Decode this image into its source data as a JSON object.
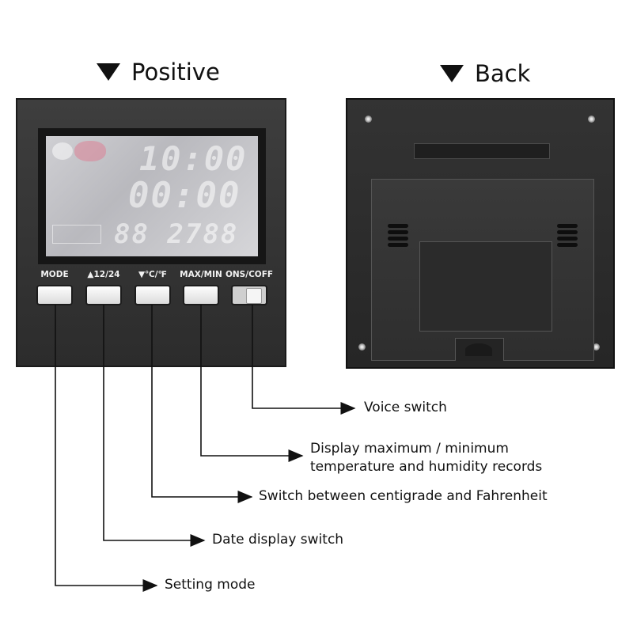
{
  "titles": {
    "front": "Positive",
    "back": "Back"
  },
  "lcd": {
    "line1": "10:00",
    "line2": "00:00",
    "line3": "88 2788"
  },
  "buttons": {
    "mode": "MODE",
    "hour": "▲12/24",
    "unit": "▼℃/℉",
    "maxmin": "MAX/MIN",
    "sound": "ONS/COFF"
  },
  "callouts": {
    "voice": "Voice switch",
    "maxmin_line1": "Display maximum / minimum",
    "maxmin_line2": "temperature and humidity records",
    "unit": "Switch between centigrade and Fahrenheit",
    "date": "Date display switch",
    "setting": "Setting mode"
  },
  "colors": {
    "device": "#2f2f2f",
    "line": "#111111",
    "button": "#f0f0f0"
  },
  "icons": [
    "triangle-down-icon",
    "arrow-right-icon"
  ]
}
